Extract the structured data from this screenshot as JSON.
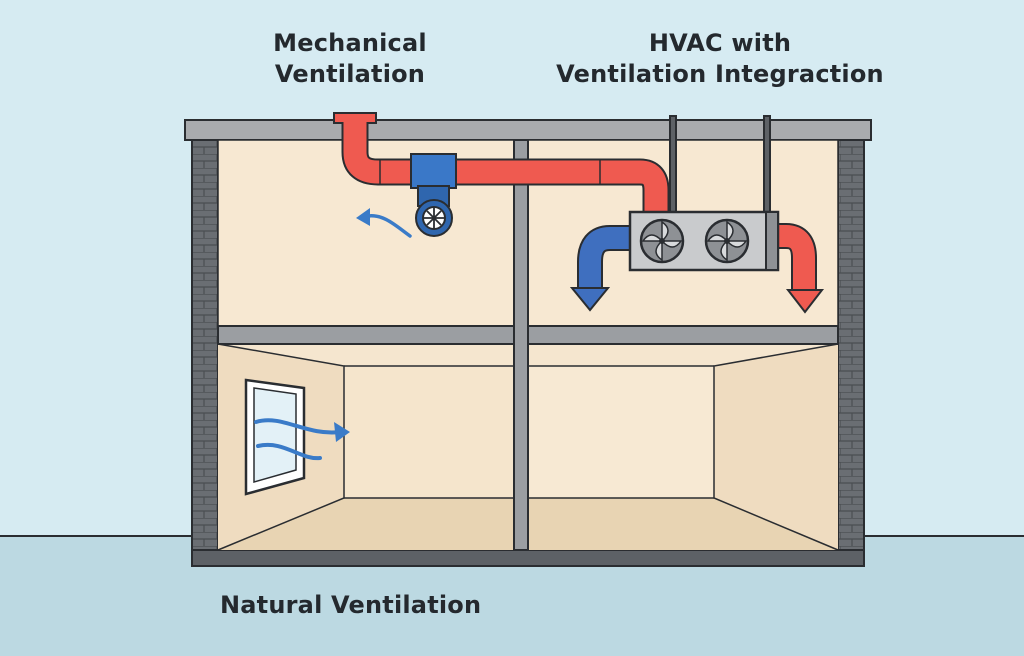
{
  "labels": {
    "mechanical_line1": "Mechanical",
    "mechanical_line2": "Ventilation",
    "hvac_line1": "HVAC with",
    "hvac_line2": "Ventilation Integraction",
    "natural": "Natural Ventilation"
  },
  "colors": {
    "sky": "#d6ebf2",
    "ground": "#bcd9e2",
    "wall": "#5d6166",
    "brick_line": "#4a4e52",
    "room": "#f7e8d2",
    "floor": "#ead8bc",
    "supply_duct": "#ef5a50",
    "return_duct": "#3f6fbf",
    "fan_housing": "#3a78c8",
    "hvac_unit": "#c9cbcd",
    "airflow_arrow": "#3a7bc8",
    "outline": "#2a2d31"
  },
  "icons": [
    "exhaust-fan-icon",
    "hvac-fan-icon",
    "window-icon",
    "airflow-arrow-icon"
  ]
}
